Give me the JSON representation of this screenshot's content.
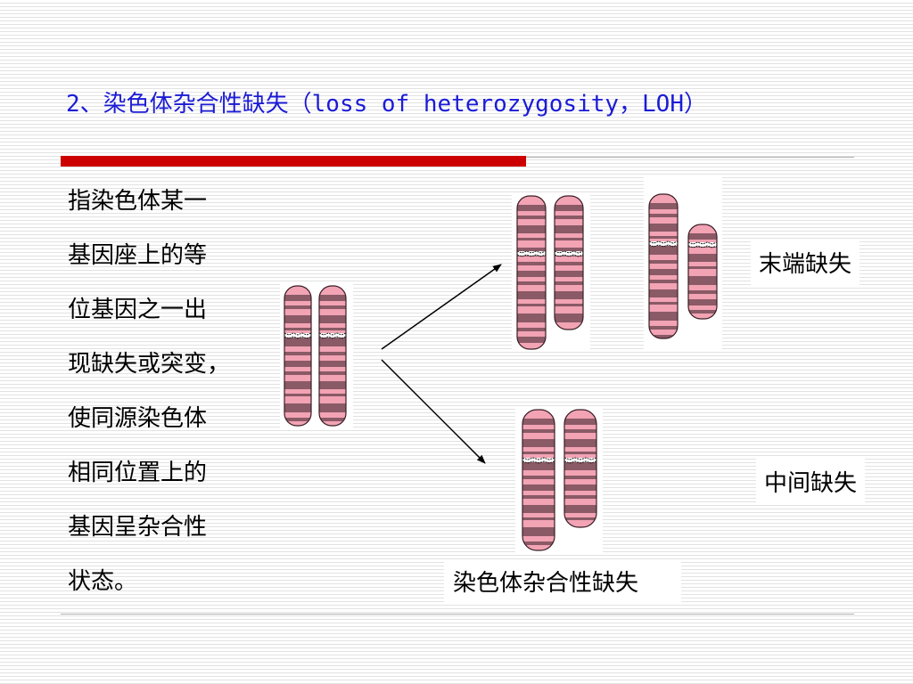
{
  "title": "2、染色体杂合性缺失（loss of heterozygosity，LOH）",
  "definition_lines": [
    "指染色体某一",
    "基因座上的等",
    "位基因之一出",
    "现缺失或突变，",
    "使同源染色体",
    "相同位置上的",
    "基因呈杂合性",
    "状态。"
  ],
  "labels": {
    "terminal_deletion": "末端缺失",
    "interstitial_deletion": "中间缺失",
    "loh": "染色体杂合性缺失"
  },
  "colors": {
    "title": "#1b1bd6",
    "accent_rule": "#cc0000",
    "chromosome_light": "#f2a3b4",
    "chromosome_dark": "#8a5a66",
    "chromosome_outline": "#3a1e26"
  },
  "diagram": {
    "original_pair": "normal homologous chromosome pair",
    "result_pairs": [
      "terminal deletion pairs",
      "interstitial deletion pair"
    ]
  }
}
